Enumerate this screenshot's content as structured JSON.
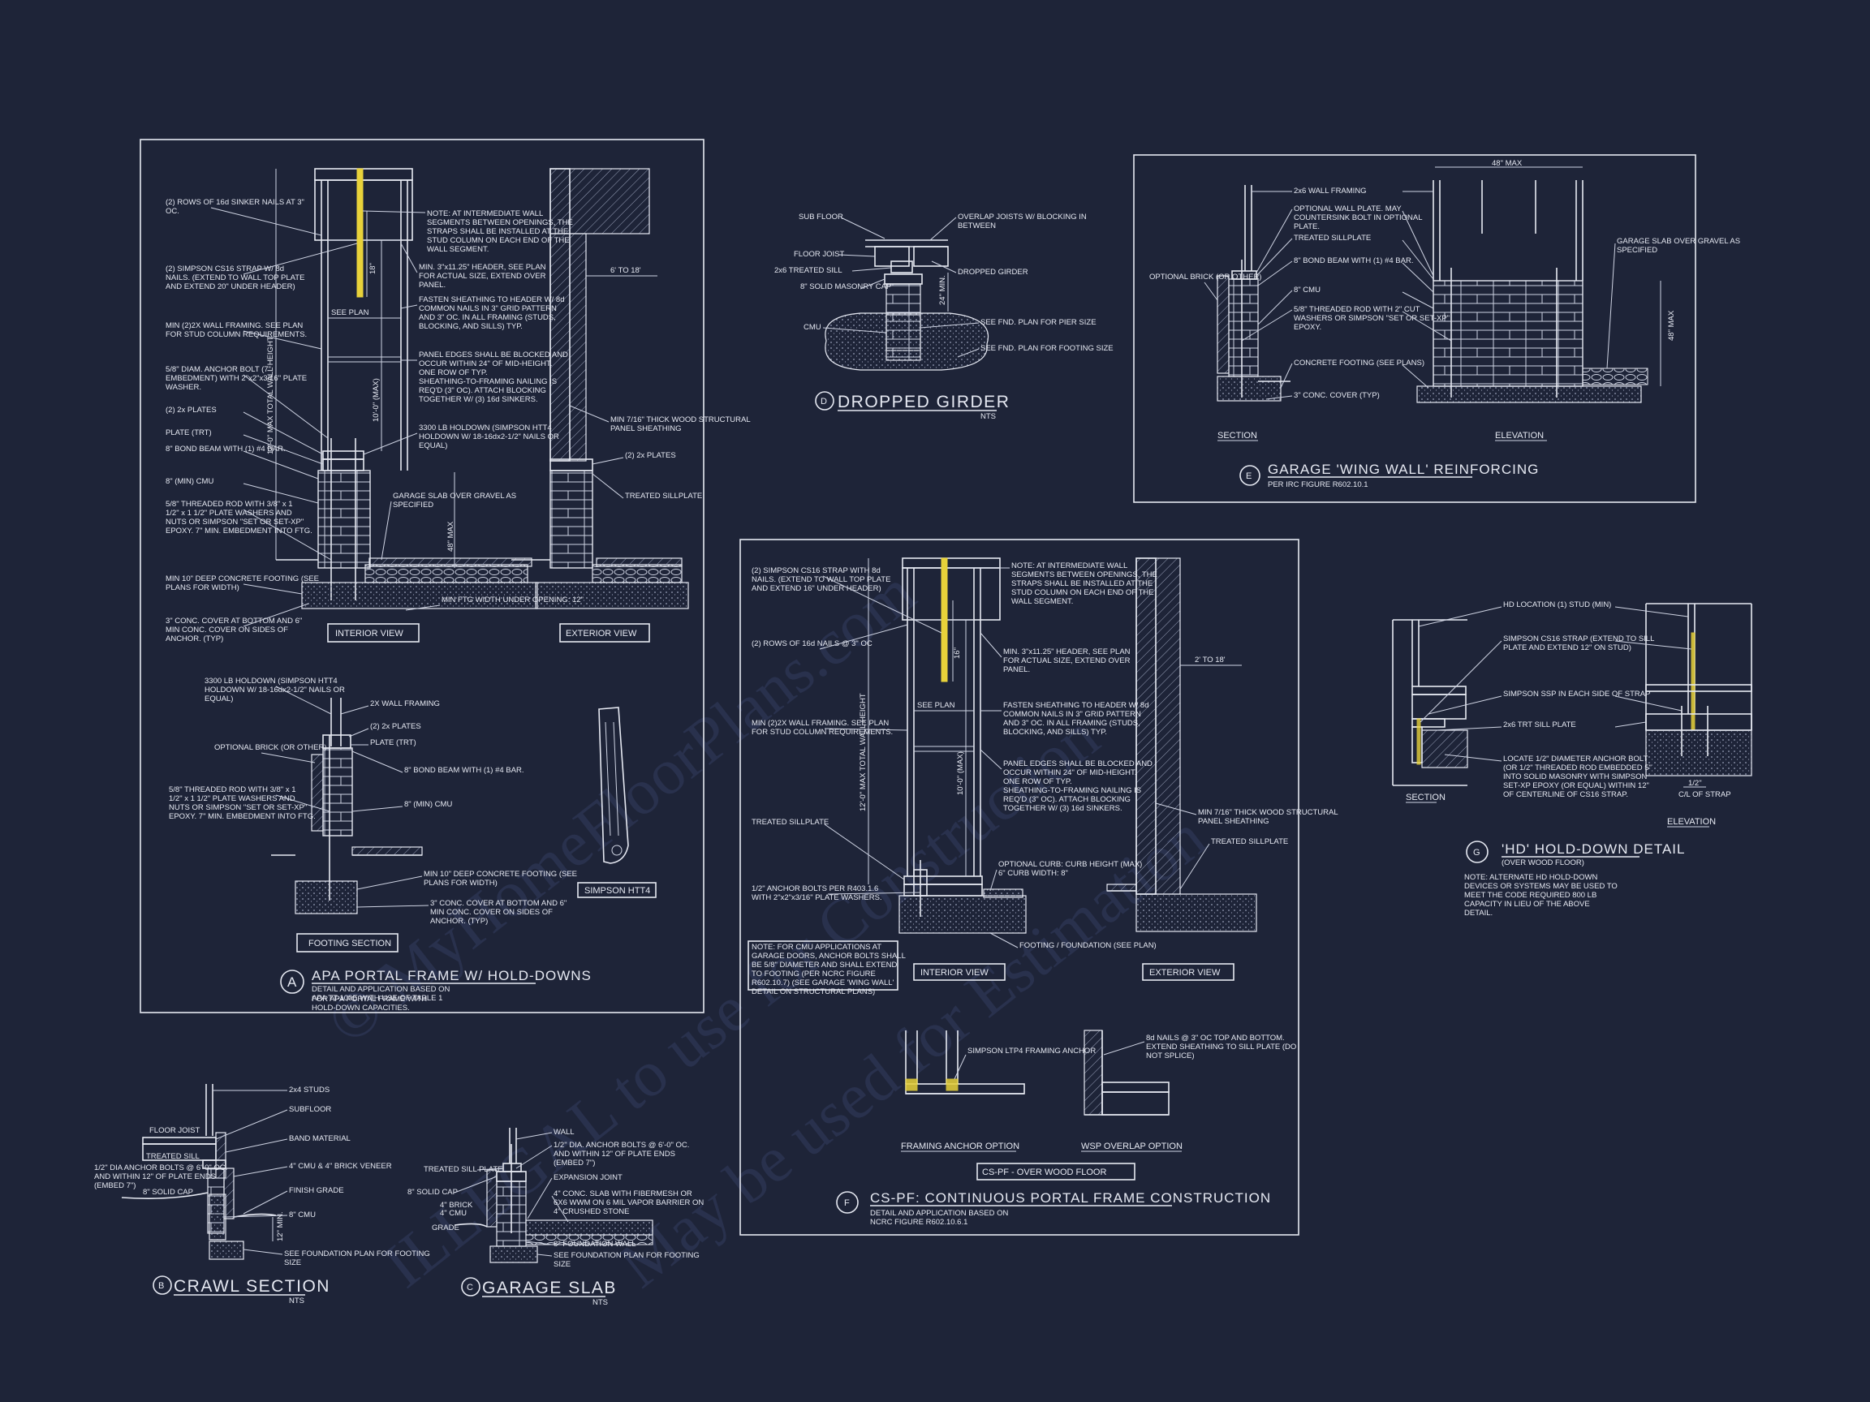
{
  "watermark": {
    "line1": "© MyHomeFloorPlans.com",
    "line2": "ILLEGAL to use for Construction",
    "line3": "May be used for Estimation"
  },
  "detailA": {
    "marker": "A",
    "title": "APA PORTAL FRAME W/ HOLD-DOWNS",
    "sub1": "DETAIL AND APPLICATION BASED ON APA TT-100E WITH USE OF TABLE 1",
    "sub2": "FOR APA PORTAL FRAME WITH HOLD-DOWN CAPACITIES.",
    "interior_view": "INTERIOR VIEW",
    "exterior_view": "EXTERIOR VIEW",
    "footing_section": "FOOTING SECTION",
    "simpson": "SIMPSON HTT4",
    "dim_wall": "12'-0\" MAX TOTAL WALL HEIGHT",
    "dim_10": "10'-0\" (MAX)",
    "dim_48": "48\" MAX",
    "dim_6to18": "6' TO 18'",
    "dim_18": "18\"",
    "see_plan": "SEE PLAN",
    "left_notes": [
      "(2) ROWS OF 16d SINKER NAILS AT 3\" OC.",
      "(2) SIMPSON CS16 STRAP W/ 8d NAILS. (EXTEND TO WALL TOP PLATE AND EXTEND 20\" UNDER HEADER)",
      "MIN (2)2X WALL FRAMING. SEE PLAN FOR STUD COLUMN REQUIREMENTS.",
      "5/8\" DIAM. ANCHOR BOLT (7\" EMBEDMENT) WITH 2\"x2\"x3/16\" PLATE WASHER.",
      "(2) 2x PLATES",
      "PLATE (TRT)",
      "8\" BOND BEAM WITH (1) #4 BAR.",
      "8\" (MIN) CMU",
      "5/8\" THREADED ROD WITH 3/8\" x 1 1/2\" x 1 1/2\" PLATE WASHERS AND NUTS OR SIMPSON \"SET OR SET-XP\" EPOXY. 7\" MIN. EMBEDMENT INTO FTG.",
      "MIN 10\" DEEP CONCRETE FOOTING (SEE PLANS FOR WIDTH)",
      "3\" CONC. COVER AT BOTTOM AND 6\" MIN CONC. COVER ON SIDES OF ANCHOR. (TYP)"
    ],
    "mid_notes": [
      "NOTE: AT INTERMEDIATE WALL SEGMENTS BETWEEN OPENINGS, THE STRAPS SHALL BE INSTALLED AT THE STUD COLUMN ON EACH END OF THE WALL SEGMENT.",
      "MIN. 3\"x11.25\" HEADER, SEE PLAN FOR ACTUAL SIZE, EXTEND OVER PANEL.",
      "FASTEN SHEATHING TO HEADER W/ 8d COMMON NAILS IN 3\" GRID PATTERN AND 3\" OC. IN ALL FRAMING (STUDS, BLOCKING, AND SILLS) TYP.",
      "PANEL EDGES SHALL BE BLOCKED AND OCCUR WITHIN 24\" OF MID-HEIGHT. ONE ROW OF TYP. SHEATHING-TO-FRAMING NAILING IS REQ'D (3\" OC). ATTACH BLOCKING TOGETHER W/ (3) 16d SINKERS.",
      "3300 LB HOLDOWN (SIMPSON HTT4 HOLDOWN W/ 18-16dx2-1/2\" NAILS OR EQUAL)",
      "GARAGE SLAB OVER GRAVEL AS SPECIFIED",
      "MIN FTG WIDTH UNDER OPENING: 12\""
    ],
    "ext_notes": [
      "MIN 7/16\" THICK WOOD STRUCTURAL PANEL SHEATHING",
      "(2) 2x PLATES",
      "TREATED SILLPLATE"
    ],
    "footing_notes": [
      "3300 LB HOLDOWN (SIMPSON HTT4 HOLDOWN W/ 18-16dx2-1/2\" NAILS OR EQUAL)",
      "2X WALL FRAMING",
      "(2) 2x PLATES",
      "PLATE (TRT)",
      "OPTIONAL BRICK (OR OTHER)",
      "8\" BOND BEAM WITH (1) #4 BAR.",
      "8\" (MIN) CMU",
      "5/8\" THREADED ROD WITH 3/8\" x 1 1/2\" x 1 1/2\" PLATE WASHERS AND NUTS OR SIMPSON \"SET OR SET-XP\" EPOXY. 7\" MIN. EMBEDMENT INTO FTG.",
      "MIN 10\" DEEP CONCRETE FOOTING (SEE PLANS FOR WIDTH)",
      "3\" CONC. COVER AT BOTTOM AND 6\" MIN CONC. COVER ON SIDES OF ANCHOR. (TYP)"
    ]
  },
  "detailB": {
    "marker": "B",
    "title": "CRAWL SECTION",
    "nts": "NTS",
    "notes": [
      "2x4 STUDS",
      "SUBFLOOR",
      "FLOOR JOIST",
      "BAND MATERIAL",
      "TREATED SILL",
      "1/2\" DIA ANCHOR BOLTS @ 6'-0\" OC. AND WITHIN 12\" OF PLATE ENDS (EMBED 7\")",
      "4\" CMU & 4\" BRICK VENEER",
      "8\" SOLID CAP",
      "FINISH GRADE",
      "8\" CMU",
      "SEE FOUNDATION PLAN FOR FOOTING SIZE"
    ],
    "dim": "12\" MIN."
  },
  "detailC": {
    "marker": "C",
    "title": "GARAGE SLAB",
    "nts": "NTS",
    "notes": [
      "WALL",
      "1/2\" DIA. ANCHOR BOLTS @ 6'-0\" OC. AND WITHIN 12\" OF PLATE ENDS (EMBED 7\")",
      "TREATED SILL PLATE",
      "EXPANSION JOINT",
      "8\" SOLID CAP",
      "4\" BRICK",
      "4\" CMU",
      "4\" CONC. SLAB WITH FIBERMESH OR 6X6 WWM ON 6 MIL VAPOR BARRIER ON 4\" CRUSHED STONE",
      "GRADE",
      "8\" FOUNDATION WALL",
      "SEE FOUNDATION PLAN FOR FOOTING SIZE"
    ]
  },
  "detailD": {
    "marker": "D",
    "title": "DROPPED GIRDER",
    "nts": "NTS",
    "notes": [
      "SUB FLOOR",
      "OVERLAP JOISTS W/ BLOCKING IN BETWEEN",
      "FLOOR JOIST",
      "2x6 TREATED SILL",
      "DROPPED GIRDER",
      "8\" SOLID MASONRY CAP",
      "CMU",
      "SEE FND. PLAN FOR PIER SIZE",
      "SEE FND. PLAN FOR FOOTING SIZE"
    ],
    "dim": "24\" MIN."
  },
  "detailE": {
    "marker": "E",
    "title": "GARAGE 'WING WALL' REINFORCING",
    "sub": "PER IRC FIGURE R602.10.1",
    "section": "SECTION",
    "elevation": "ELEVATION",
    "dim_top": "48\" MAX",
    "dim_side": "48\" MAX",
    "notes": [
      "2x6 WALL FRAMING",
      "OPTIONAL WALL PLATE. MAY COUNTERSINK BOLT IN OPTIONAL PLATE.",
      "TREATED SILLPLATE",
      "8\" BOND BEAM WITH (1) #4 BAR.",
      "8\" CMU",
      "5/8\" THREADED ROD WITH 2\" CUT WASHERS OR SIMPSON \"SET OR SET-XP\" EPOXY.",
      "CONCRETE FOOTING (SEE PLANS)",
      "3\" CONC. COVER (TYP)",
      "OPTIONAL BRICK (OR OTHER)",
      "GARAGE SLAB OVER GRAVEL AS SPECIFIED"
    ]
  },
  "detailF": {
    "marker": "F",
    "title": "CS-PF: CONTINUOUS PORTAL FRAME CONSTRUCTION",
    "sub": "DETAIL AND APPLICATION BASED ON NCRC FIGURE R602.10.6.1",
    "interior_view": "INTERIOR VIEW",
    "exterior_view": "EXTERIOR VIEW",
    "framing_anchor": "FRAMING ANCHOR OPTION",
    "wsp_overlap": "WSP OVERLAP OPTION",
    "cspf_label": "CS-PF - OVER WOOD FLOOR",
    "dim_wall": "12'-0\" MAX TOTAL WALL HEIGHT",
    "dim_10": "10'-0\" (MAX)",
    "dim_2to18": "2' TO 18'",
    "dim_16": "16\"",
    "see_plan": "SEE PLAN",
    "left_notes": [
      "(2) SIMPSON CS16 STRAP WITH 8d NAILS. (EXTEND TO WALL TOP PLATE AND EXTEND 16\" UNDER HEADER)",
      "(2) ROWS OF 16d NAILS @ 3\" OC",
      "MIN (2)2X WALL FRAMING. SEE PLAN FOR STUD COLUMN REQUIREMENTS.",
      "TREATED SILLPLATE",
      "1/2\" ANCHOR BOLTS PER R403.1.6 WITH 2\"x2\"x3/16\" PLATE WASHERS.",
      "NOTE: FOR CMU APPLICATIONS AT GARAGE DOORS, ANCHOR BOLTS SHALL BE 5/8\" DIAMETER AND SHALL EXTEND TO FOOTING (PER NCRC FIGURE R602.10.7) (SEE GARAGE 'WING WALL' DETAIL ON STRUCTURAL PLANS)"
    ],
    "mid_notes": [
      "NOTE: AT INTERMEDIATE WALL SEGMENTS BETWEEN OPENINGS, THE STRAPS SHALL BE INSTALLED AT THE STUD COLUMN ON EACH END OF THE WALL SEGMENT.",
      "MIN. 3\"x11.25\" HEADER, SEE PLAN FOR ACTUAL SIZE, EXTEND OVER PANEL.",
      "FASTEN SHEATHING TO HEADER W/ 8d COMMON NAILS IN 3\" GRID PATTERN AND 3\" OC. IN ALL FRAMING (STUDS, BLOCKING, AND SILLS) TYP.",
      "PANEL EDGES SHALL BE BLOCKED AND OCCUR WITHIN 24\" OF MID-HEIGHT. ONE ROW OF TYP. SHEATHING-TO-FRAMING NAILING IS REQ'D (3\" OC). ATTACH BLOCKING TOGETHER W/ (3) 16d SINKERS.",
      "OPTIONAL CURB: CURB HEIGHT (MAX) 6\" CURB WIDTH: 8\"",
      "FOOTING / FOUNDATION (SEE PLAN)"
    ],
    "ext_notes": [
      "MIN 7/16\" THICK WOOD STRUCTURAL PANEL SHEATHING",
      "TREATED SILLPLATE"
    ],
    "anchor_note": "SIMPSON LTP4 FRAMING ANCHOR",
    "overlap_note": "8d NAILS @ 3\" OC TOP AND BOTTOM. EXTEND SHEATHING TO SILL PLATE (DO NOT SPLICE)"
  },
  "detailG": {
    "marker": "G",
    "title": "'HD' HOLD-DOWN DETAIL",
    "sub": "(OVER WOOD FLOOR)",
    "section": "SECTION",
    "elevation": "ELEVATION",
    "dim": "C/L OF STRAP",
    "dim_val": "1/2\"",
    "notes": [
      "HD LOCATION (1) STUD (MIN)",
      "SIMPSON CS16 STRAP (EXTEND TO SILL PLATE AND EXTEND 12\" ON STUD)",
      "SIMPSON SSP IN EACH SIDE OF STRAP",
      "2x6 TRT SILL PLATE",
      "LOCATE 1/2\" DIAMETER ANCHOR BOLT (OR 1/2\" THREADED ROD EMBEDDED 5\" INTO SOLID MASONRY WITH SIMPSON SET-XP EPOXY (OR EQUAL) WITHIN 12\" OF CENTERLINE OF CS16 STRAP."
    ],
    "footnote": "NOTE: ALTERNATE HD HOLD-DOWN DEVICES OR SYSTEMS MAY BE USED TO MEET THE CODE REQUIRED 800 LB CAPACITY IN LIEU OF THE ABOVE DETAIL."
  },
  "colors": {
    "background": "#1e2438",
    "line": "#e6e9f2",
    "strap": "#e8d23a"
  }
}
